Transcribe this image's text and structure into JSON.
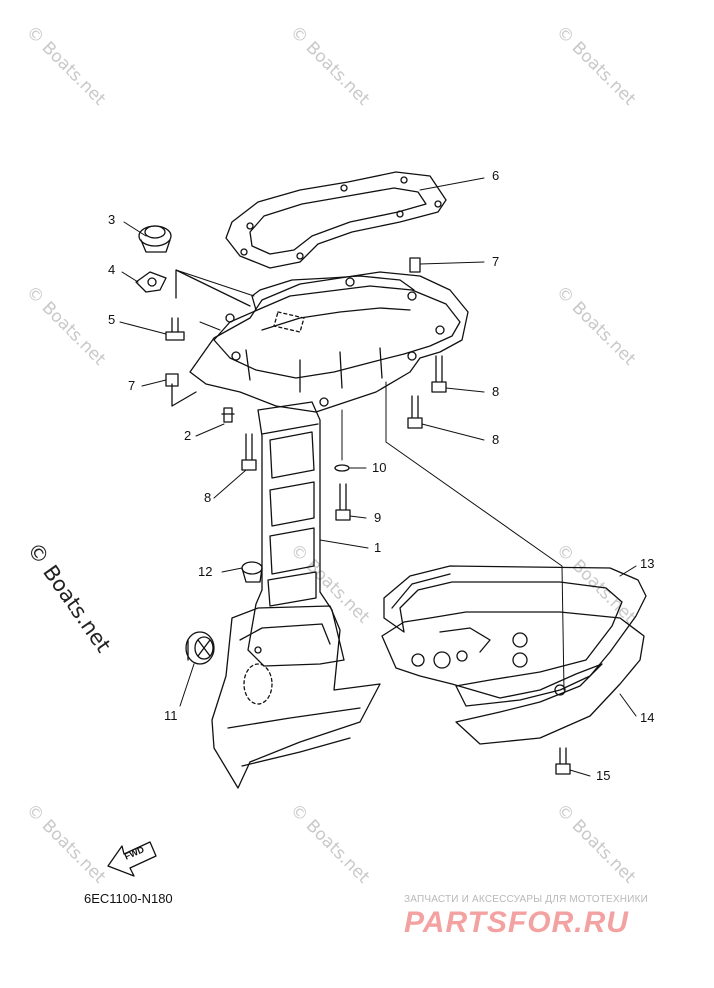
{
  "watermark": "© Boats.net",
  "watermark_large": "© Boats.net",
  "diagram_code": "6EC1100-N180",
  "fwd_label": "FWD",
  "shop": {
    "tagline": "ЗАПЧАСТИ И АКСЕССУАРЫ ДЛЯ МОТОТЕХНИКИ",
    "logo": "PARTSFOR.RU"
  },
  "callouts": [
    {
      "id": "c1",
      "label": "1"
    },
    {
      "id": "c2",
      "label": "2"
    },
    {
      "id": "c3",
      "label": "3"
    },
    {
      "id": "c4",
      "label": "4"
    },
    {
      "id": "c5",
      "label": "5"
    },
    {
      "id": "c6",
      "label": "6"
    },
    {
      "id": "c7a",
      "label": "7"
    },
    {
      "id": "c7b",
      "label": "7"
    },
    {
      "id": "c8a",
      "label": "8"
    },
    {
      "id": "c8b",
      "label": "8"
    },
    {
      "id": "c8c",
      "label": "8"
    },
    {
      "id": "c9",
      "label": "9"
    },
    {
      "id": "c10",
      "label": "10"
    },
    {
      "id": "c11",
      "label": "11"
    },
    {
      "id": "c12",
      "label": "12"
    },
    {
      "id": "c13",
      "label": "13"
    },
    {
      "id": "c14",
      "label": "14"
    },
    {
      "id": "c15",
      "label": "15"
    }
  ]
}
